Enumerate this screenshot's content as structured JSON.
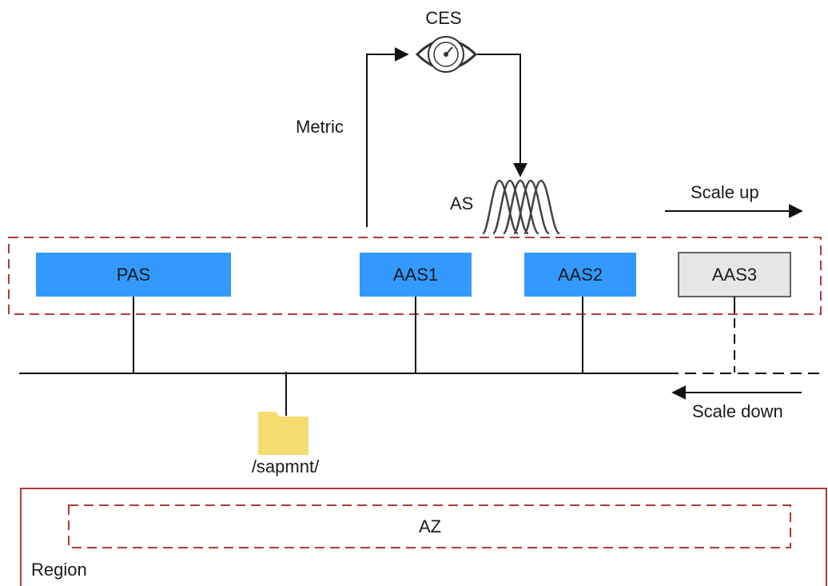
{
  "labels": {
    "ces": "CES",
    "metric": "Metric",
    "as": "AS",
    "scale_up": "Scale up",
    "scale_down": "Scale down",
    "sapmnt": "/sapmnt/",
    "az": "AZ",
    "region": "Region"
  },
  "instances": [
    {
      "label": "PAS",
      "state": "active"
    },
    {
      "label": "AAS1",
      "state": "active"
    },
    {
      "label": "AAS2",
      "state": "active"
    },
    {
      "label": "AAS3",
      "state": "scaled"
    }
  ],
  "colors": {
    "active_fill": "#3399ff",
    "scaled_fill": "#e6e6e6",
    "dashed_border": "#b03a3a",
    "region_border": "#b03a3a",
    "folder": "#f7dc6f",
    "line": "#111111"
  },
  "icons": {
    "ces": "eye-gauge-icon",
    "as": "auto-scaling-wave-icon",
    "sapmnt": "folder-icon"
  }
}
